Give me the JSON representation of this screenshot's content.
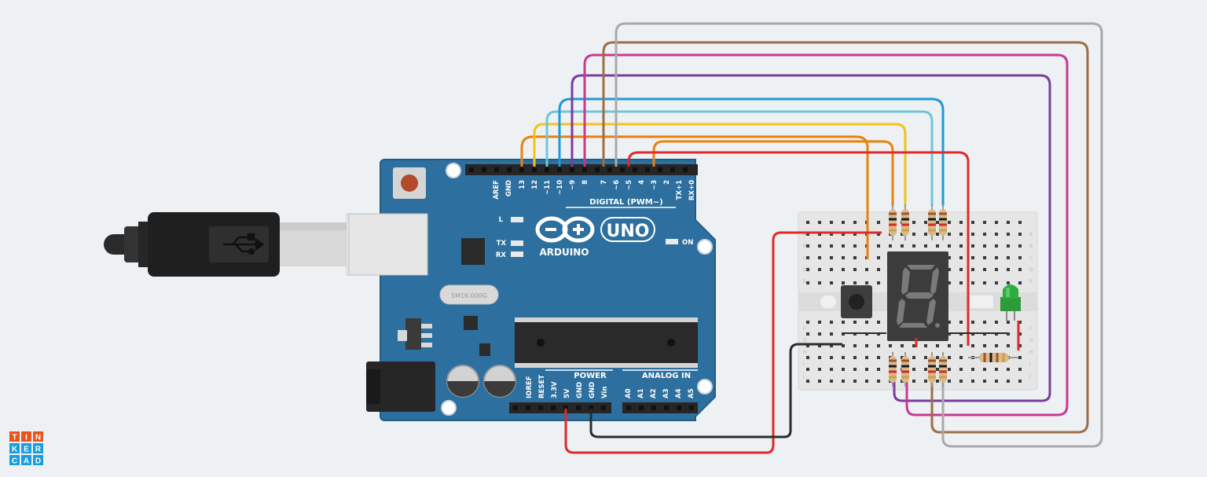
{
  "app": {
    "logo_letters": [
      "T",
      "I",
      "N",
      "K",
      "E",
      "R",
      "C",
      "A",
      "D"
    ],
    "logo_colors": [
      "#e8531f",
      "#e8531f",
      "#e8531f",
      "#1a9edb",
      "#1a9edb",
      "#1a9edb",
      "#1a9edb",
      "#1a9edb",
      "#1a9edb"
    ]
  },
  "arduino": {
    "brand": "ARDUINO",
    "model": "UNO",
    "digital_label": "DIGITAL (PWM~)",
    "power_label": "POWER",
    "analog_label": "ANALOG IN",
    "on_label": "ON",
    "l_label": "L",
    "tx_label": "TX",
    "rx_label": "RX",
    "crystal_label": "5M16.000G",
    "digital_pins": [
      "AREF",
      "GND",
      "13",
      "12",
      "~11",
      "~10",
      "~9",
      "8",
      "7",
      "~6",
      "~5",
      "4",
      "~3",
      "2",
      "TX+1",
      "RX+0"
    ],
    "power_pins": [
      "IOREF",
      "RESET",
      "3.3V",
      "5V",
      "GND",
      "GND",
      "Vin"
    ],
    "analog_pins": [
      "A0",
      "A1",
      "A2",
      "A3",
      "A4",
      "A5"
    ]
  },
  "breadboard": {
    "row_letters_top": [
      "A",
      "B",
      "C",
      "D",
      "E"
    ],
    "row_letters_bottom": [
      "F",
      "G",
      "H",
      "I",
      "J"
    ]
  },
  "wire_colors": {
    "orange": "#e8830c",
    "yellow": "#f0c419",
    "light_blue": "#6ec6d8",
    "blue": "#1f9ad6",
    "purple": "#7b3d9b",
    "magenta": "#c9388f",
    "brown": "#9b6e4a",
    "gray": "#a9a9a9",
    "red": "#e0292b",
    "black": "#2b2b2b"
  },
  "components": [
    "usb-cable",
    "arduino-uno",
    "breadboard",
    "seven-segment-display",
    "push-button",
    "green-led",
    "resistors"
  ]
}
